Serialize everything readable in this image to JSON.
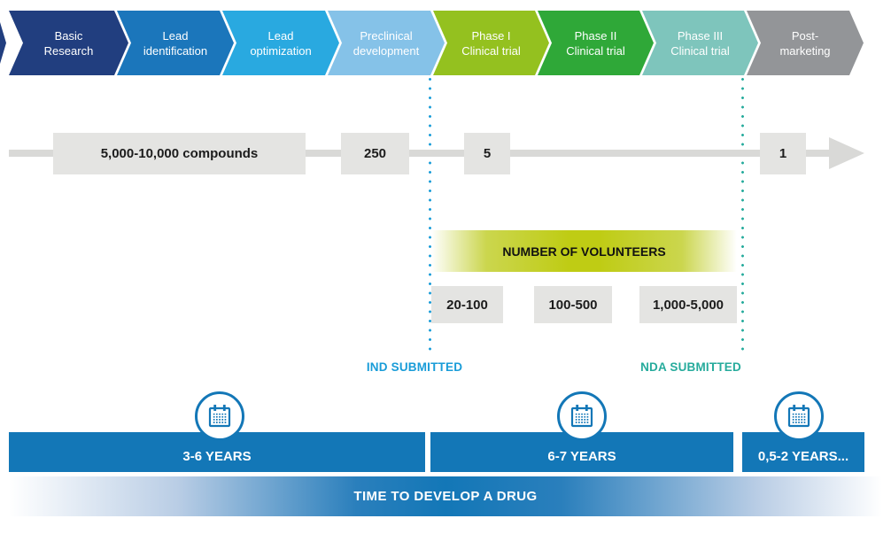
{
  "pipeline": {
    "stages": [
      {
        "line1": "Basic",
        "line2": "Research",
        "color": "#213E7F"
      },
      {
        "line1": "Lead",
        "line2": "identification",
        "color": "#1B76BB"
      },
      {
        "line1": "Lead",
        "line2": "optimization",
        "color": "#29A9E0"
      },
      {
        "line1": "Preclinical",
        "line2": "development",
        "color": "#85C2E8"
      },
      {
        "line1": "Phase I",
        "line2": "Clinical trial",
        "color": "#94C11F"
      },
      {
        "line1": "Phase II",
        "line2": "Clinical trial",
        "color": "#2FA838"
      },
      {
        "line1": "Phase III",
        "line2": "Clinical trial",
        "color": "#7EC5BC"
      },
      {
        "line1": "Post-",
        "line2": "marketing",
        "color": "#939598"
      }
    ]
  },
  "funnel": {
    "compounds": "5,000-10,000 compounds",
    "preclinical_count": "250",
    "clinical_count": "5",
    "approved_count": "1"
  },
  "volunteers": {
    "title": "NUMBER OF VOLUNTEERS",
    "phase1": "20-100",
    "phase2": "100-500",
    "phase3": "1,000-5,000",
    "band_color": "#BFCC14"
  },
  "milestones": {
    "ind_label": "IND SUBMITTED",
    "ind_color": "#199CD8",
    "nda_label": "NDA SUBMITTED",
    "nda_color": "#26AB9C"
  },
  "durations": {
    "bar_color": "#1377B7",
    "discovery": "3-6 YEARS",
    "clinical": "6-7 YEARS",
    "review": "0,5-2 YEARS..."
  },
  "footer": {
    "title": "TIME TO DEVELOP A DRUG"
  }
}
